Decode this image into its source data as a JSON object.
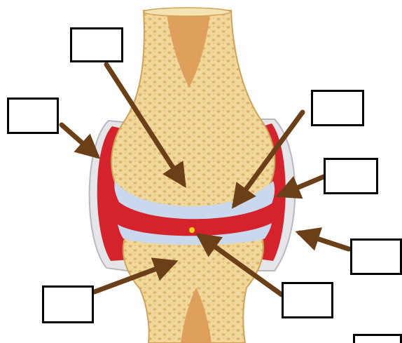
{
  "diagram": {
    "kind": "synovial joint",
    "labels": [
      {
        "id": "bone-upper",
        "text": ""
      },
      {
        "id": "joint-capsule-left",
        "text": ""
      },
      {
        "id": "articular-cartilage",
        "text": ""
      },
      {
        "id": "synovial-membrane",
        "text": ""
      },
      {
        "id": "joint-capsule-right",
        "text": ""
      },
      {
        "id": "synovial-fluid",
        "text": ""
      },
      {
        "id": "bone-lower",
        "text": ""
      },
      {
        "id": "extra",
        "text": ""
      }
    ]
  },
  "colors": {
    "bone": "#f2d79a",
    "bone_pores": "#d9b46a",
    "marrow": "#dc9a55",
    "synovial_membrane": "#d4232c",
    "cartilage": "#c9d8ec",
    "capsule": "#e6e6ea",
    "arrow": "#6b3f17",
    "fluid_dot": "#ffd21e"
  }
}
